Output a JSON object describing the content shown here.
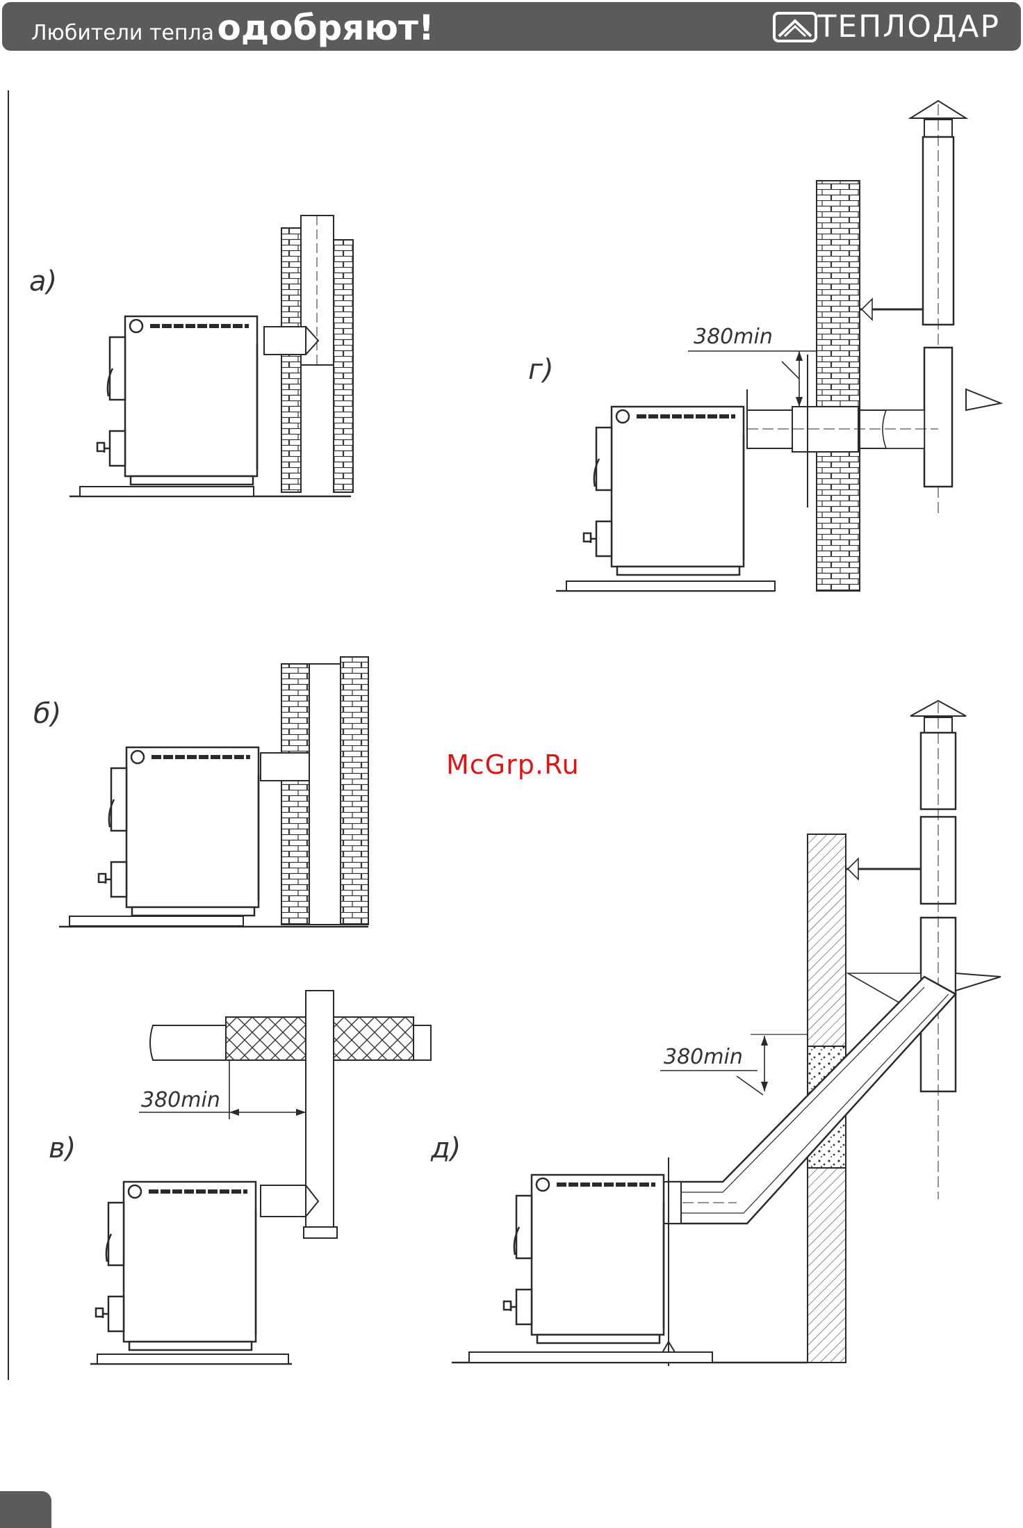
{
  "header": {
    "slogan_light": "Любители тепла",
    "slogan_bold": "одобряют!",
    "brand_name": "ТЕПЛОДАР"
  },
  "figures": {
    "a": "а)",
    "b": "б)",
    "v": "в)",
    "g": "г)",
    "d": "д)"
  },
  "dimensions": {
    "g": "380min",
    "v": "380min",
    "d": "380min"
  },
  "watermark": "McGrp.Ru",
  "colors": {
    "header_bg": "#5b5b5b",
    "line": "#2a2a2a",
    "watermark": "#d81818"
  }
}
